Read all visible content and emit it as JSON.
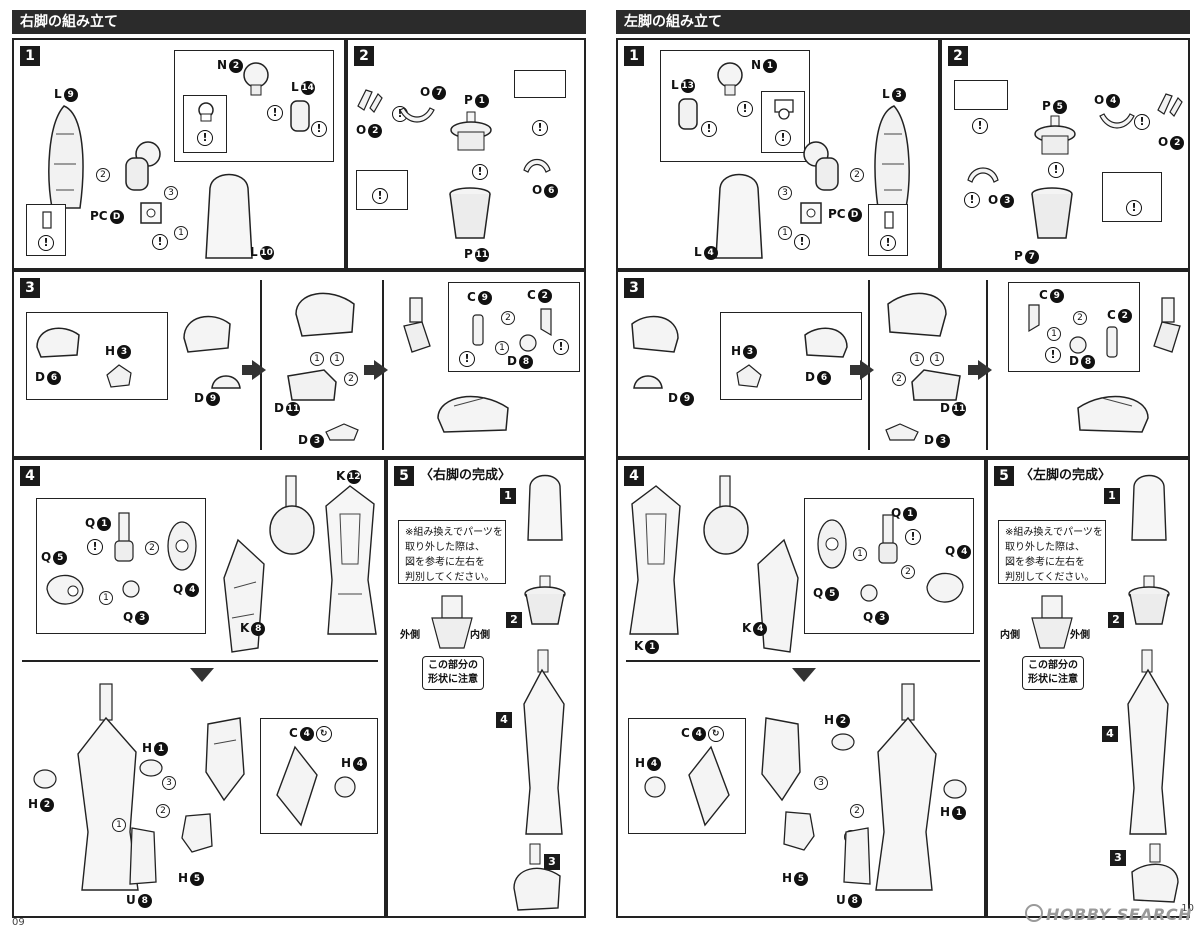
{
  "left": {
    "title": "右脚の組み立て",
    "page_number": "09",
    "steps": {
      "s1": "1",
      "s2": "2",
      "s3": "3",
      "s4": "4",
      "s5": "5",
      "s5_title": "〈右脚の完成〉"
    },
    "parts": {
      "L9": {
        "letter": "L",
        "num": "9"
      },
      "N2": {
        "letter": "N",
        "num": "2"
      },
      "L14": {
        "letter": "L",
        "num": "14"
      },
      "PCD": {
        "letter": "PC",
        "num": "D"
      },
      "L10": {
        "letter": "L",
        "num": "10"
      },
      "O7": {
        "letter": "O",
        "num": "7"
      },
      "P1": {
        "letter": "P",
        "num": "1"
      },
      "O2": {
        "letter": "O",
        "num": "2"
      },
      "O6": {
        "letter": "O",
        "num": "6"
      },
      "P11": {
        "letter": "P",
        "num": "11"
      },
      "H3": {
        "letter": "H",
        "num": "3"
      },
      "D6": {
        "letter": "D",
        "num": "6"
      },
      "D9": {
        "letter": "D",
        "num": "9"
      },
      "D11": {
        "letter": "D",
        "num": "11"
      },
      "D3": {
        "letter": "D",
        "num": "3"
      },
      "C9": {
        "letter": "C",
        "num": "9"
      },
      "C2": {
        "letter": "C",
        "num": "2"
      },
      "D8": {
        "letter": "D",
        "num": "8"
      },
      "K12": {
        "letter": "K",
        "num": "12"
      },
      "Q1": {
        "letter": "Q",
        "num": "1"
      },
      "Q5": {
        "letter": "Q",
        "num": "5"
      },
      "Q4": {
        "letter": "Q",
        "num": "4"
      },
      "Q3": {
        "letter": "Q",
        "num": "3"
      },
      "K8": {
        "letter": "K",
        "num": "8"
      },
      "H1": {
        "letter": "H",
        "num": "1"
      },
      "C4": {
        "letter": "C",
        "num": "4"
      },
      "H4": {
        "letter": "H",
        "num": "4"
      },
      "H2": {
        "letter": "H",
        "num": "2"
      },
      "H5": {
        "letter": "H",
        "num": "5"
      },
      "U8": {
        "letter": "U",
        "num": "8"
      }
    },
    "note": [
      "※組み換えでパーツを",
      "取り外した際は、",
      "図を参考に左右を",
      "判別してください。"
    ],
    "outer_label": "外側",
    "inner_label": "内側",
    "caution": [
      "この部分の",
      "形状に注意"
    ],
    "sub_steps": [
      "1",
      "2",
      "4",
      "3"
    ]
  },
  "right": {
    "title": "左脚の組み立て",
    "page_number": "10",
    "steps": {
      "s1": "1",
      "s2": "2",
      "s3": "3",
      "s4": "4",
      "s5": "5",
      "s5_title": "〈左脚の完成〉"
    },
    "parts": {
      "N1": {
        "letter": "N",
        "num": "1"
      },
      "L13": {
        "letter": "L",
        "num": "13"
      },
      "L3": {
        "letter": "L",
        "num": "3"
      },
      "PCD": {
        "letter": "PC",
        "num": "D"
      },
      "L4": {
        "letter": "L",
        "num": "4"
      },
      "P5": {
        "letter": "P",
        "num": "5"
      },
      "O4": {
        "letter": "O",
        "num": "4"
      },
      "O2": {
        "letter": "O",
        "num": "2"
      },
      "O3": {
        "letter": "O",
        "num": "3"
      },
      "P7": {
        "letter": "P",
        "num": "7"
      },
      "H3": {
        "letter": "H",
        "num": "3"
      },
      "D6": {
        "letter": "D",
        "num": "6"
      },
      "D9": {
        "letter": "D",
        "num": "9"
      },
      "D11": {
        "letter": "D",
        "num": "11"
      },
      "D3": {
        "letter": "D",
        "num": "3"
      },
      "C9": {
        "letter": "C",
        "num": "9"
      },
      "C2": {
        "letter": "C",
        "num": "2"
      },
      "D8": {
        "letter": "D",
        "num": "8"
      },
      "Q1": {
        "letter": "Q",
        "num": "1"
      },
      "Q4": {
        "letter": "Q",
        "num": "4"
      },
      "Q5": {
        "letter": "Q",
        "num": "5"
      },
      "Q3": {
        "letter": "Q",
        "num": "3"
      },
      "K1": {
        "letter": "K",
        "num": "1"
      },
      "K4": {
        "letter": "K",
        "num": "4"
      },
      "H2": {
        "letter": "H",
        "num": "2"
      },
      "C4": {
        "letter": "C",
        "num": "4"
      },
      "H4": {
        "letter": "H",
        "num": "4"
      },
      "H1": {
        "letter": "H",
        "num": "1"
      },
      "H5": {
        "letter": "H",
        "num": "5"
      },
      "U8": {
        "letter": "U",
        "num": "8"
      }
    },
    "note": [
      "※組み換えでパーツを",
      "取り外した際は、",
      "図を参考に左右を",
      "判別してください。"
    ],
    "inner_label": "内側",
    "outer_label": "外側",
    "caution": [
      "この部分の",
      "形状に注意"
    ],
    "sub_steps": [
      "1",
      "2",
      "4",
      "3"
    ]
  },
  "symbols": {
    "warning_mark": "!",
    "order_marks": [
      "1",
      "2",
      "3"
    ],
    "arrow_icon": "right-arrow-icon"
  },
  "watermark": "HOBBY SEARCH"
}
